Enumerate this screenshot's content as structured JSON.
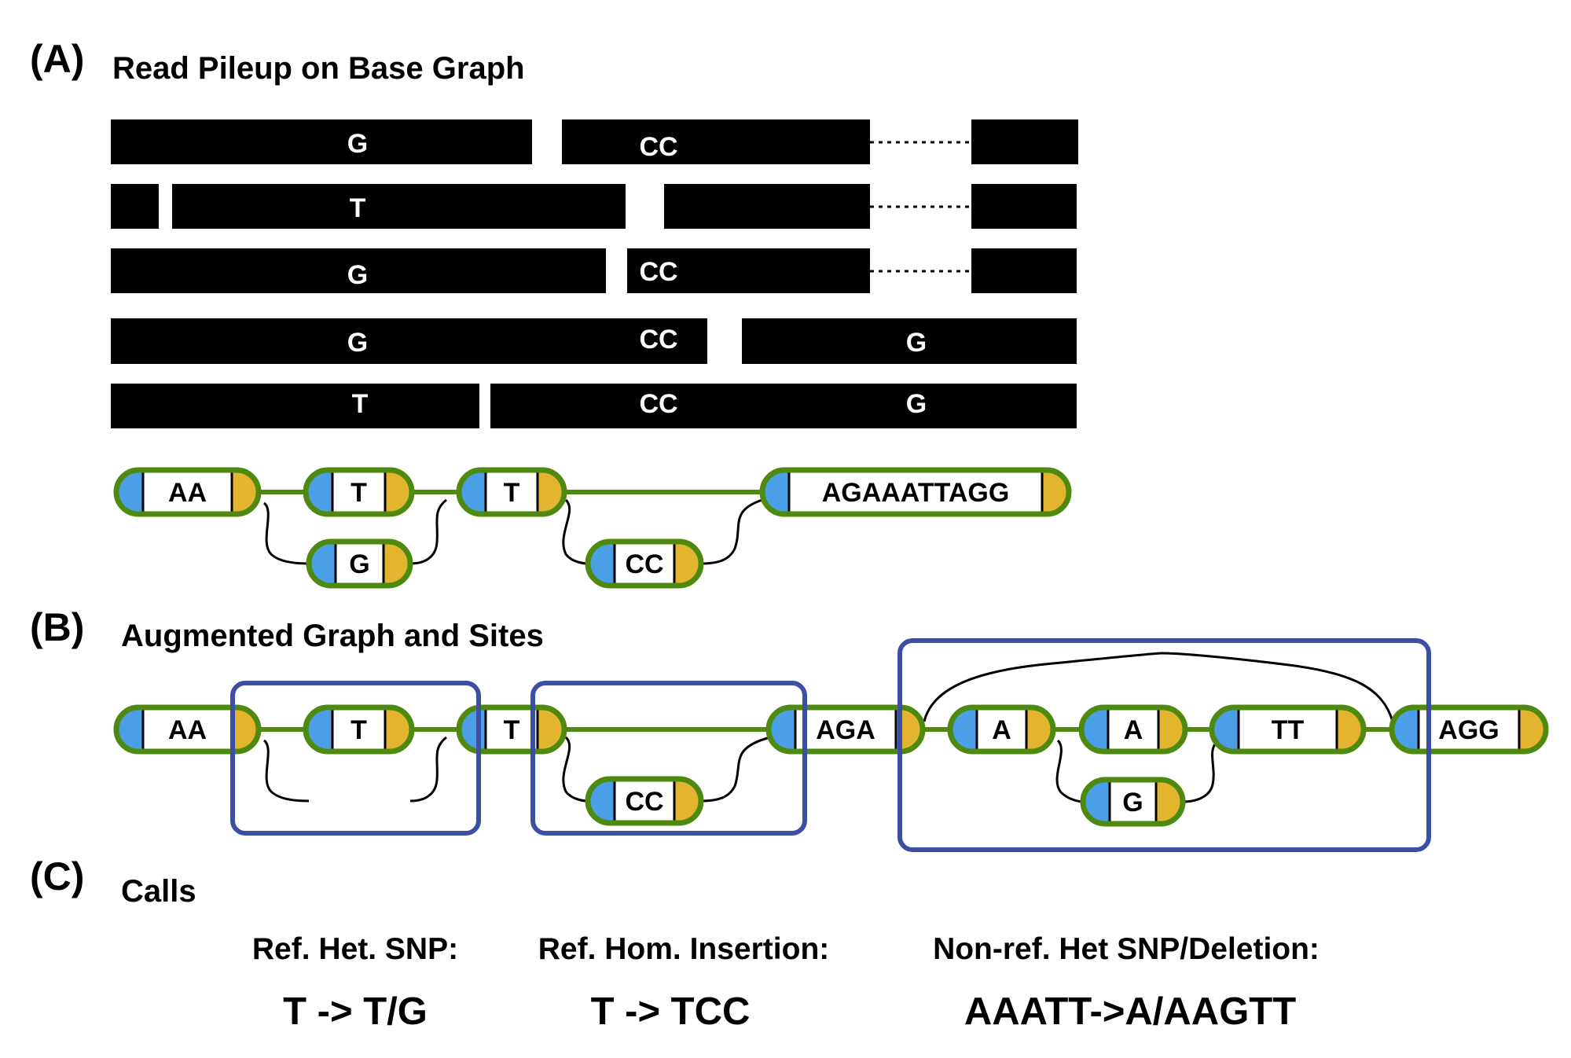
{
  "panels": {
    "a": {
      "label": "(A)",
      "title": "Read Pileup on Base Graph"
    },
    "b": {
      "label": "(B)",
      "title": "Augmented Graph and Sites"
    },
    "c": {
      "label": "(C)",
      "title": "Calls"
    }
  },
  "reads": {
    "row1": {
      "seg1": "G",
      "seg2": "CC"
    },
    "row2": {
      "seg2": "T"
    },
    "row3": {
      "seg1": "G",
      "seg2": "CC"
    },
    "row4": {
      "seg1_a": "G",
      "seg1_b": "CC",
      "seg2": "G"
    },
    "row5": {
      "seg1": "T",
      "seg2_a": "CC",
      "seg2_b": "G"
    }
  },
  "base_graph": {
    "nodes": [
      "AA",
      "T",
      "T",
      "AGAAATTAGG",
      "G",
      "CC"
    ]
  },
  "augmented_graph": {
    "nodes": [
      "AA",
      "T",
      "T",
      "AGA",
      "A",
      "A",
      "TT",
      "AGG",
      "G",
      "CC"
    ]
  },
  "calls": [
    {
      "heading": "Ref. Het. SNP:",
      "value": "T -> T/G"
    },
    {
      "heading": "Ref. Hom. Insertion:",
      "value": "T -> TCC"
    },
    {
      "heading": "Non-ref. Het SNP/Deletion:",
      "value": "AAATT->A/AAGTT"
    }
  ],
  "colors": {
    "node_outline": "#4f8a10",
    "left_cap": "#4a9fe6",
    "right_cap": "#e3b52f",
    "site_box": "#3d4fa3",
    "read": "#000000"
  }
}
